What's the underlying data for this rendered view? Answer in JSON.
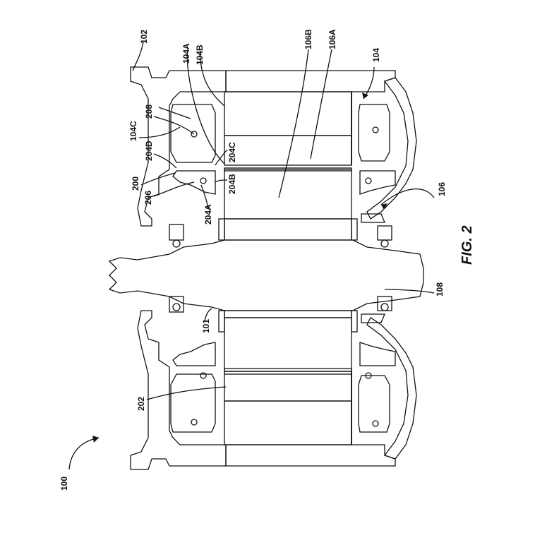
{
  "figure": {
    "caption": "FIG. 2",
    "ink_color": "#111111",
    "paper_color": "#ffffff"
  },
  "labels": {
    "l100": "100",
    "l101": "101",
    "l102": "102",
    "l104": "104",
    "l104A": "104A",
    "l104B": "104B",
    "l104C": "104C",
    "l106": "106",
    "l106A": "106A",
    "l106B": "106B",
    "l108": "108",
    "l200": "200",
    "l202": "202",
    "l204A": "204A",
    "l204B": "204B",
    "l204C": "204C",
    "l204D": "204D",
    "l206": "206",
    "l208": "208"
  }
}
